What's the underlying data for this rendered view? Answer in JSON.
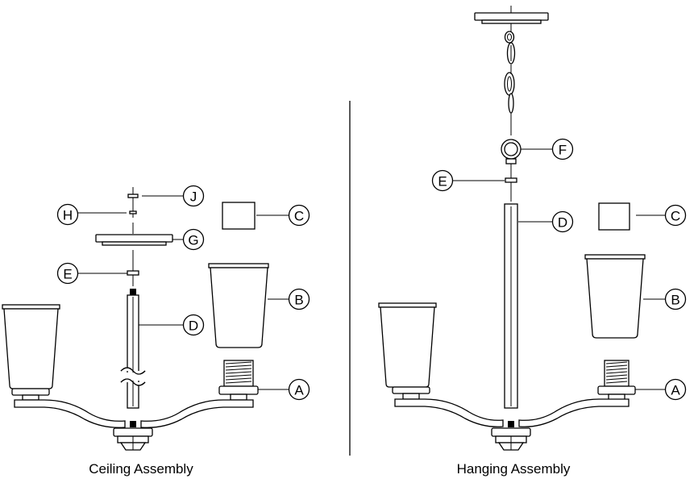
{
  "ceiling": {
    "caption": "Ceiling Assembly",
    "labels": {
      "J": "J",
      "H": "H",
      "C": "C",
      "G": "G",
      "E": "E",
      "B": "B",
      "D": "D",
      "A": "A"
    }
  },
  "hanging": {
    "caption": "Hanging Assembly",
    "labels": {
      "F": "F",
      "E": "E",
      "D": "D",
      "C": "C",
      "B": "B",
      "A": "A"
    }
  }
}
